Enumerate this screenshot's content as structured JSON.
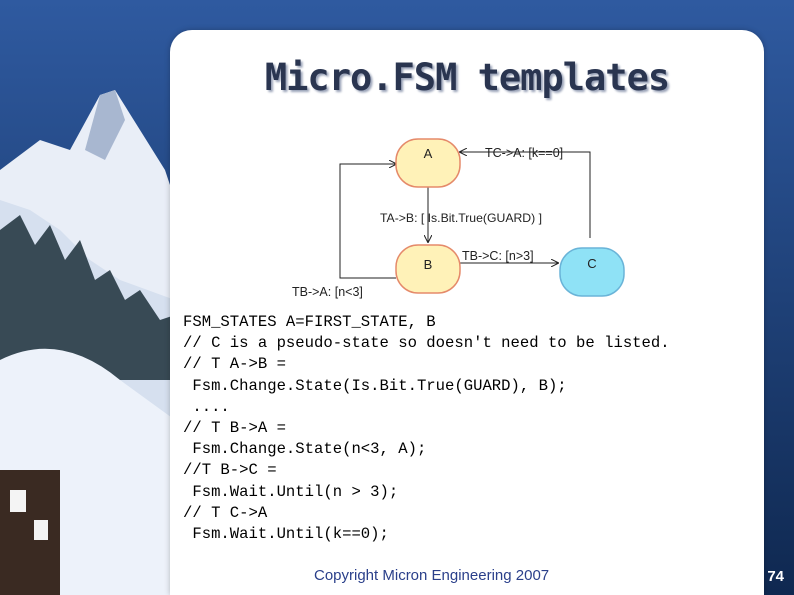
{
  "slide": {
    "title": "Micro.FSM templates",
    "footer": "Copyright Micron Engineering 2007",
    "page_number": "74"
  },
  "diagram": {
    "states": [
      {
        "id": "A",
        "label": "A",
        "fill": "#fff2b8",
        "stroke": "#e58a6a"
      },
      {
        "id": "B",
        "label": "B",
        "fill": "#fff2b8",
        "stroke": "#e58a6a"
      },
      {
        "id": "C",
        "label": "C",
        "fill": "#8fe2f6",
        "stroke": "#6ab4d8"
      }
    ],
    "transitions": {
      "c_to_a": "TC->A: [k==0]",
      "a_to_b": "TA->B: [ Is.Bit.True(GUARD) ]",
      "b_to_c": "TB->C: [n>3]",
      "b_to_a": "TB->A: [n<3]"
    }
  },
  "code": {
    "lines": [
      "FSM_STATES A=FIRST_STATE, B",
      "// C is a pseudo-state so doesn't need to be listed.",
      "// T A->B =",
      " Fsm.Change.State(Is.Bit.True(GUARD), B);",
      " ....",
      "// T B->A =",
      " Fsm.Change.State(n<3, A);",
      "//T B->C =",
      " Fsm.Wait.Until(n > 3);",
      "// T C->A",
      " Fsm.Wait.Until(k==0);"
    ]
  }
}
